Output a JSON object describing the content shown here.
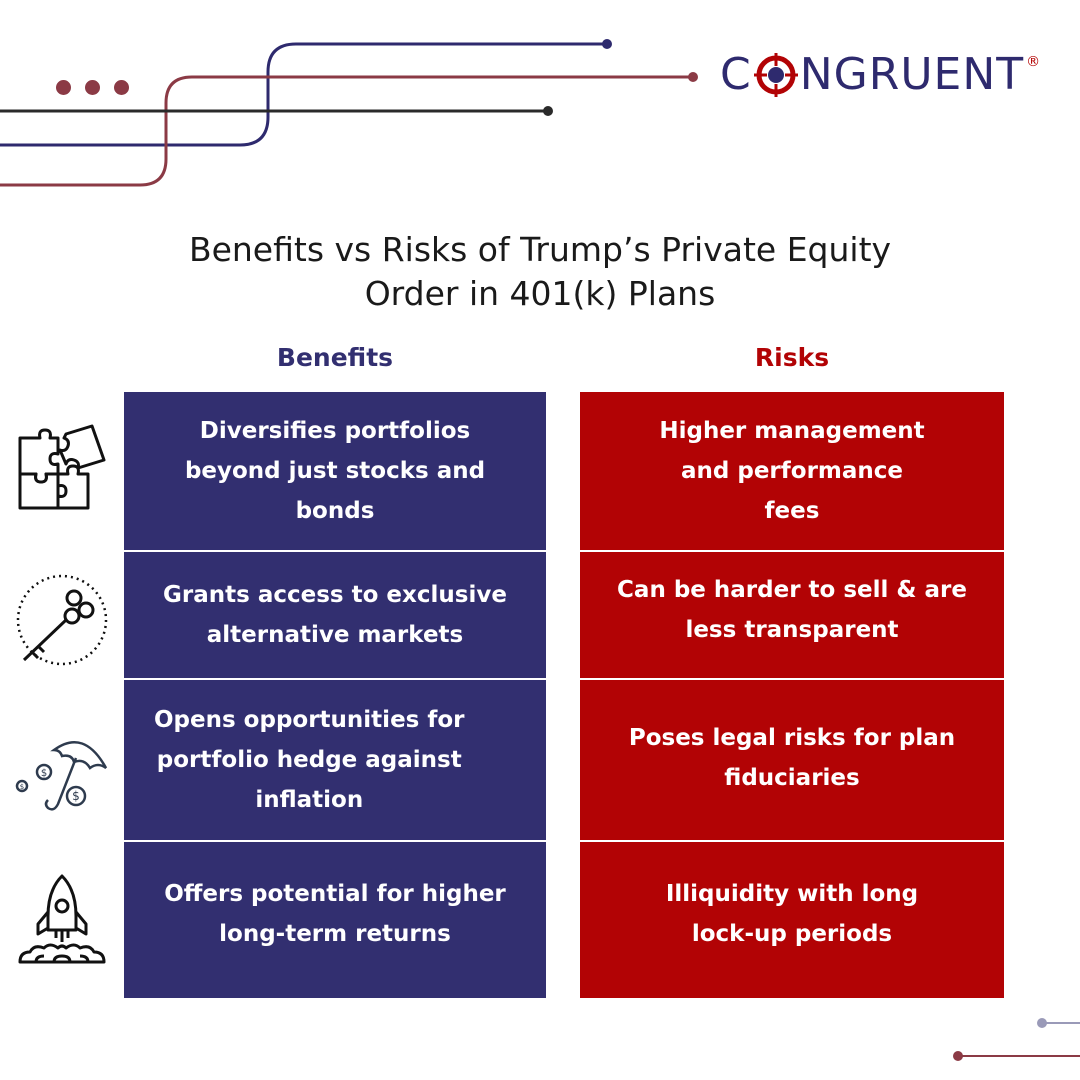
{
  "brand": {
    "name_pre": "C",
    "name_post": "NGRUENT",
    "registered_mark": "®",
    "colors": {
      "navy": "#322f70",
      "red": "#b20305",
      "deco_red": "#8b3a45"
    }
  },
  "title": {
    "line1": "Benefits vs Risks of Trump’s Private Equity",
    "line2": "Order in 401(k) Plans"
  },
  "columns": {
    "benefits_heading": "Benefits",
    "risks_heading": "Risks"
  },
  "rows": [
    {
      "icon": "puzzle-icon",
      "benefit": [
        "Diversifies portfolios",
        "beyond just stocks and",
        "bonds"
      ],
      "risk": [
        "Higher management",
        "and performance",
        "fees"
      ]
    },
    {
      "icon": "key-icon",
      "benefit": [
        "Grants access to exclusive",
        "alternative markets"
      ],
      "risk": [
        "Can be harder to sell & are",
        "less transparent"
      ]
    },
    {
      "icon": "umbrella-dollar-icon",
      "benefit": [
        "Opens opportunities for",
        "portfolio hedge against",
        "inflation"
      ],
      "risk": [
        "Poses legal risks for plan",
        "fiduciaries"
      ]
    },
    {
      "icon": "rocket-icon",
      "benefit": [
        "Offers potential for higher",
        "long-term returns"
      ],
      "risk": [
        "Illiquidity with long",
        "lock-up periods"
      ]
    }
  ]
}
